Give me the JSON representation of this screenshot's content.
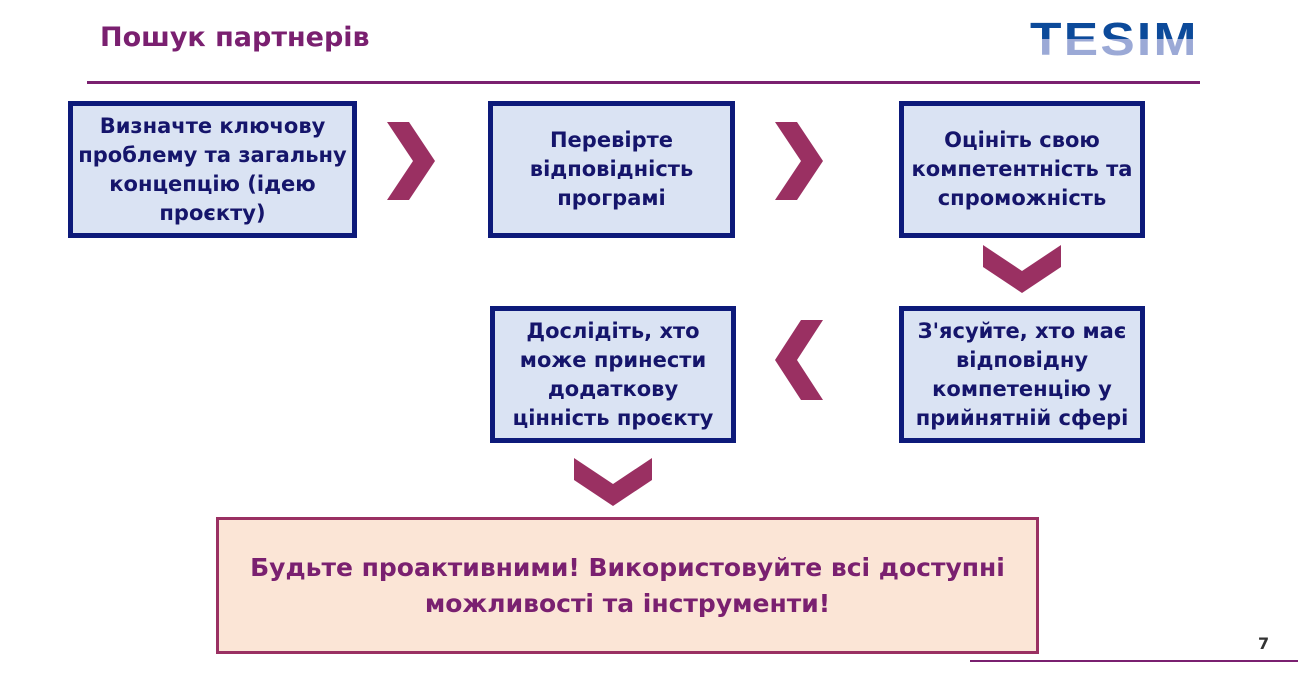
{
  "header": {
    "title": "Пошук партнерів",
    "logo": "TESIM"
  },
  "steps": [
    {
      "text": "Визначте ключову проблему та загальну концепцію (ідею проєкту)"
    },
    {
      "text": "Перевірте відповідність програмі"
    },
    {
      "text": "Оцініть свою компетентність та спроможність"
    },
    {
      "text": "З'ясуйте, хто має відповідну компетенцію у прийнятній сфері"
    },
    {
      "text": "Дослідіть, хто може принести додаткову цінність проєкту"
    }
  ],
  "conclusion": "Будьте проактивними! Використовуйте всі доступні можливості та інструменти!",
  "page_number": "7",
  "colors": {
    "accent": "#9a3062",
    "box_border": "#0d1a7a",
    "box_fill": "#dae3f3",
    "final_fill": "#fbe5d6"
  }
}
